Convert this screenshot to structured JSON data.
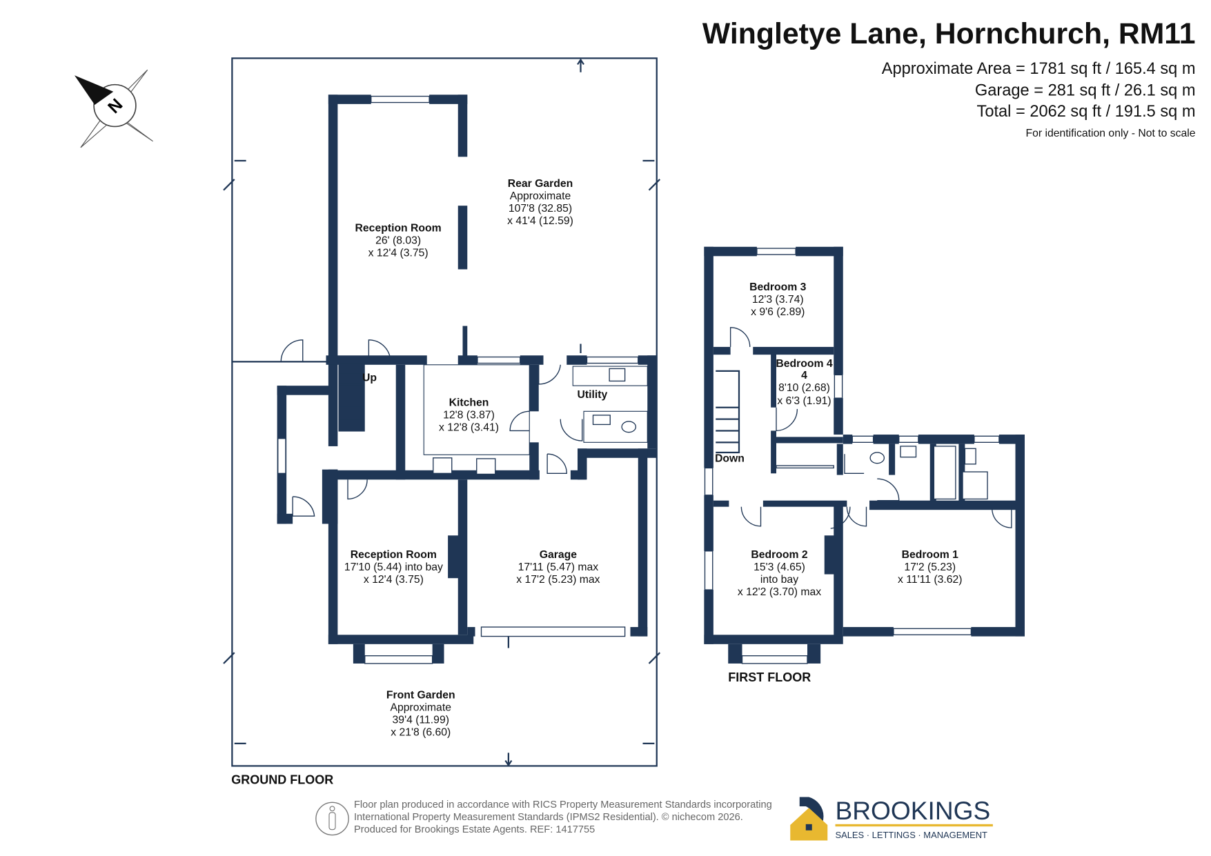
{
  "header": {
    "title": "Wingletye Lane, Hornchurch, RM11",
    "area_lines": [
      "Approximate Area = 1781 sq ft / 165.4 sq m",
      "Garage = 281 sq ft / 26.1 sq m",
      "Total = 2062 sq ft / 191.5 sq m"
    ],
    "disclaimer": "For identification only - Not to scale"
  },
  "compass": {
    "label": "N"
  },
  "ground_floor": {
    "label": "GROUND FLOOR",
    "rooms": [
      {
        "name": "Reception Room",
        "lines": [
          "26' (8.03)",
          "x 12'4 (3.75)"
        ]
      },
      {
        "name": "Rear Garden",
        "lines": [
          "Approximate",
          "107'8 (32.85)",
          "x 41'4 (12.59)"
        ]
      },
      {
        "name": "Kitchen",
        "lines": [
          "12'8 (3.87)",
          "x 12'8 (3.41)"
        ]
      },
      {
        "name": "Utility",
        "lines": []
      },
      {
        "name": "Reception Room",
        "lines": [
          "17'10 (5.44) into bay",
          "x 12'4 (3.75)"
        ]
      },
      {
        "name": "Garage",
        "lines": [
          "17'11 (5.47) max",
          "x 17'2 (5.23) max"
        ]
      },
      {
        "name": "Front Garden",
        "lines": [
          "Approximate",
          "39'4 (11.99)",
          "x 21'8 (6.60)"
        ]
      }
    ],
    "stairs_label": "Up"
  },
  "first_floor": {
    "label": "FIRST FLOOR",
    "rooms": [
      {
        "name": "Bedroom 3",
        "lines": [
          "12'3 (3.74)",
          "x 9'6 (2.89)"
        ]
      },
      {
        "name": "Bedroom 4",
        "lines": [
          "8'10 (2.68)",
          "x 6'3 (1.91)"
        ]
      },
      {
        "name": "Bedroom 2",
        "lines": [
          "15'3 (4.65)",
          "into bay",
          "x 12'2 (3.70) max"
        ]
      },
      {
        "name": "Bedroom 1",
        "lines": [
          "17'2 (5.23)",
          "x 11'11 (3.62)"
        ]
      }
    ],
    "stairs_label": "Down"
  },
  "footer": {
    "lines": [
      "Floor plan produced in accordance with RICS Property Measurement Standards incorporating",
      "International Property Measurement Standards (IPMS2 Residential).   © nichecom 2026.",
      "Produced for Brookings Estate Agents.   REF: 1417755"
    ],
    "brand": "BROOKINGS",
    "brand_tagline": "SALES · LETTINGS · MANAGEMENT"
  },
  "colors": {
    "wall": "#1f3655",
    "brand_yellow": "#e8b830"
  }
}
